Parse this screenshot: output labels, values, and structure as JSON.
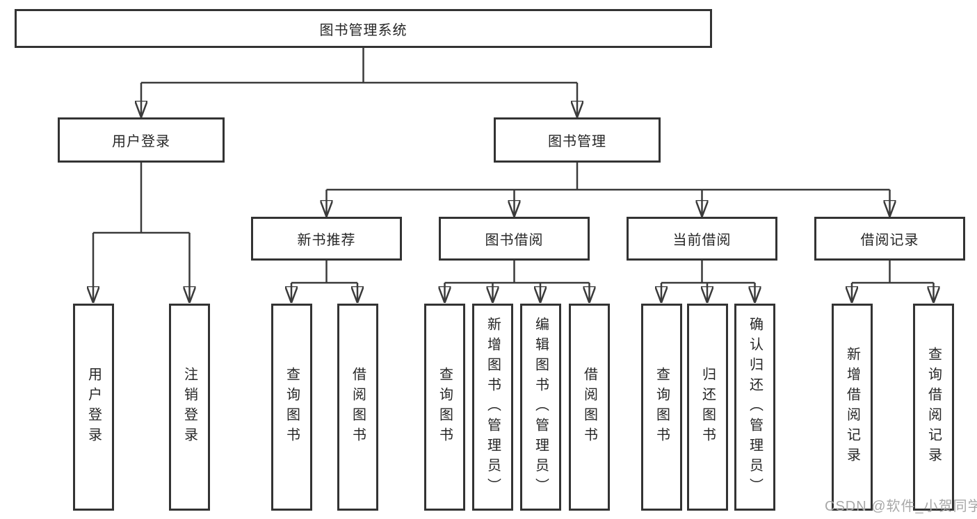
{
  "tree": {
    "label": "图书管理系统",
    "children": [
      {
        "label": "用户登录",
        "children": [
          {
            "label": "用户登录"
          },
          {
            "label": "注销登录"
          }
        ]
      },
      {
        "label": "图书管理",
        "children": [
          {
            "label": "新书推荐",
            "children": [
              {
                "label": "查询图书"
              },
              {
                "label": "借阅图书"
              }
            ]
          },
          {
            "label": "图书借阅",
            "children": [
              {
                "label": "查询图书"
              },
              {
                "label": "新增图书（管理员）"
              },
              {
                "label": "编辑图书（管理员）"
              },
              {
                "label": "借阅图书"
              }
            ]
          },
          {
            "label": "当前借阅",
            "children": [
              {
                "label": "查询图书"
              },
              {
                "label": "归还图书"
              },
              {
                "label": "确认归还（管理员）"
              }
            ]
          },
          {
            "label": "借阅记录",
            "children": [
              {
                "label": "新增借阅记录"
              },
              {
                "label": "查询借阅记录"
              }
            ]
          }
        ]
      }
    ]
  },
  "watermark": "CSDN @软件_小贺同学",
  "colors": {
    "line": "#3a3a3a",
    "box_border": "#333333",
    "text": "#262626",
    "watermark": "#a8a8a8",
    "background": "#ffffff"
  }
}
